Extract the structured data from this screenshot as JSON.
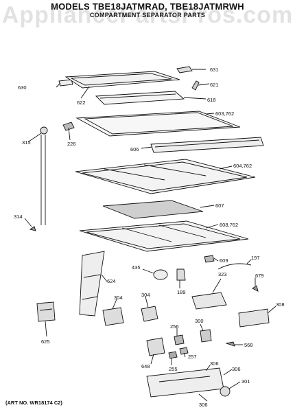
{
  "header": {
    "title": "MODELS TBE18JATMRAD, TBE18JATMRWH",
    "subtitle": "COMPARTMENT SEPARATOR PARTS",
    "watermark": "AppliancePartsPros.com"
  },
  "footer": {
    "art_no": "(ART NO. WR18174  C2)"
  },
  "callouts": [
    "631",
    "630",
    "621",
    "622",
    "618",
    "603,762",
    "315",
    "226",
    "606",
    "604,762",
    "607",
    "314",
    "608,762",
    "609",
    "197",
    "435",
    "624",
    "323",
    "679",
    "189",
    "304",
    "304",
    "308",
    "256",
    "300",
    "625",
    "568",
    "648",
    "257",
    "255",
    "306",
    "306",
    "301",
    "306"
  ]
}
